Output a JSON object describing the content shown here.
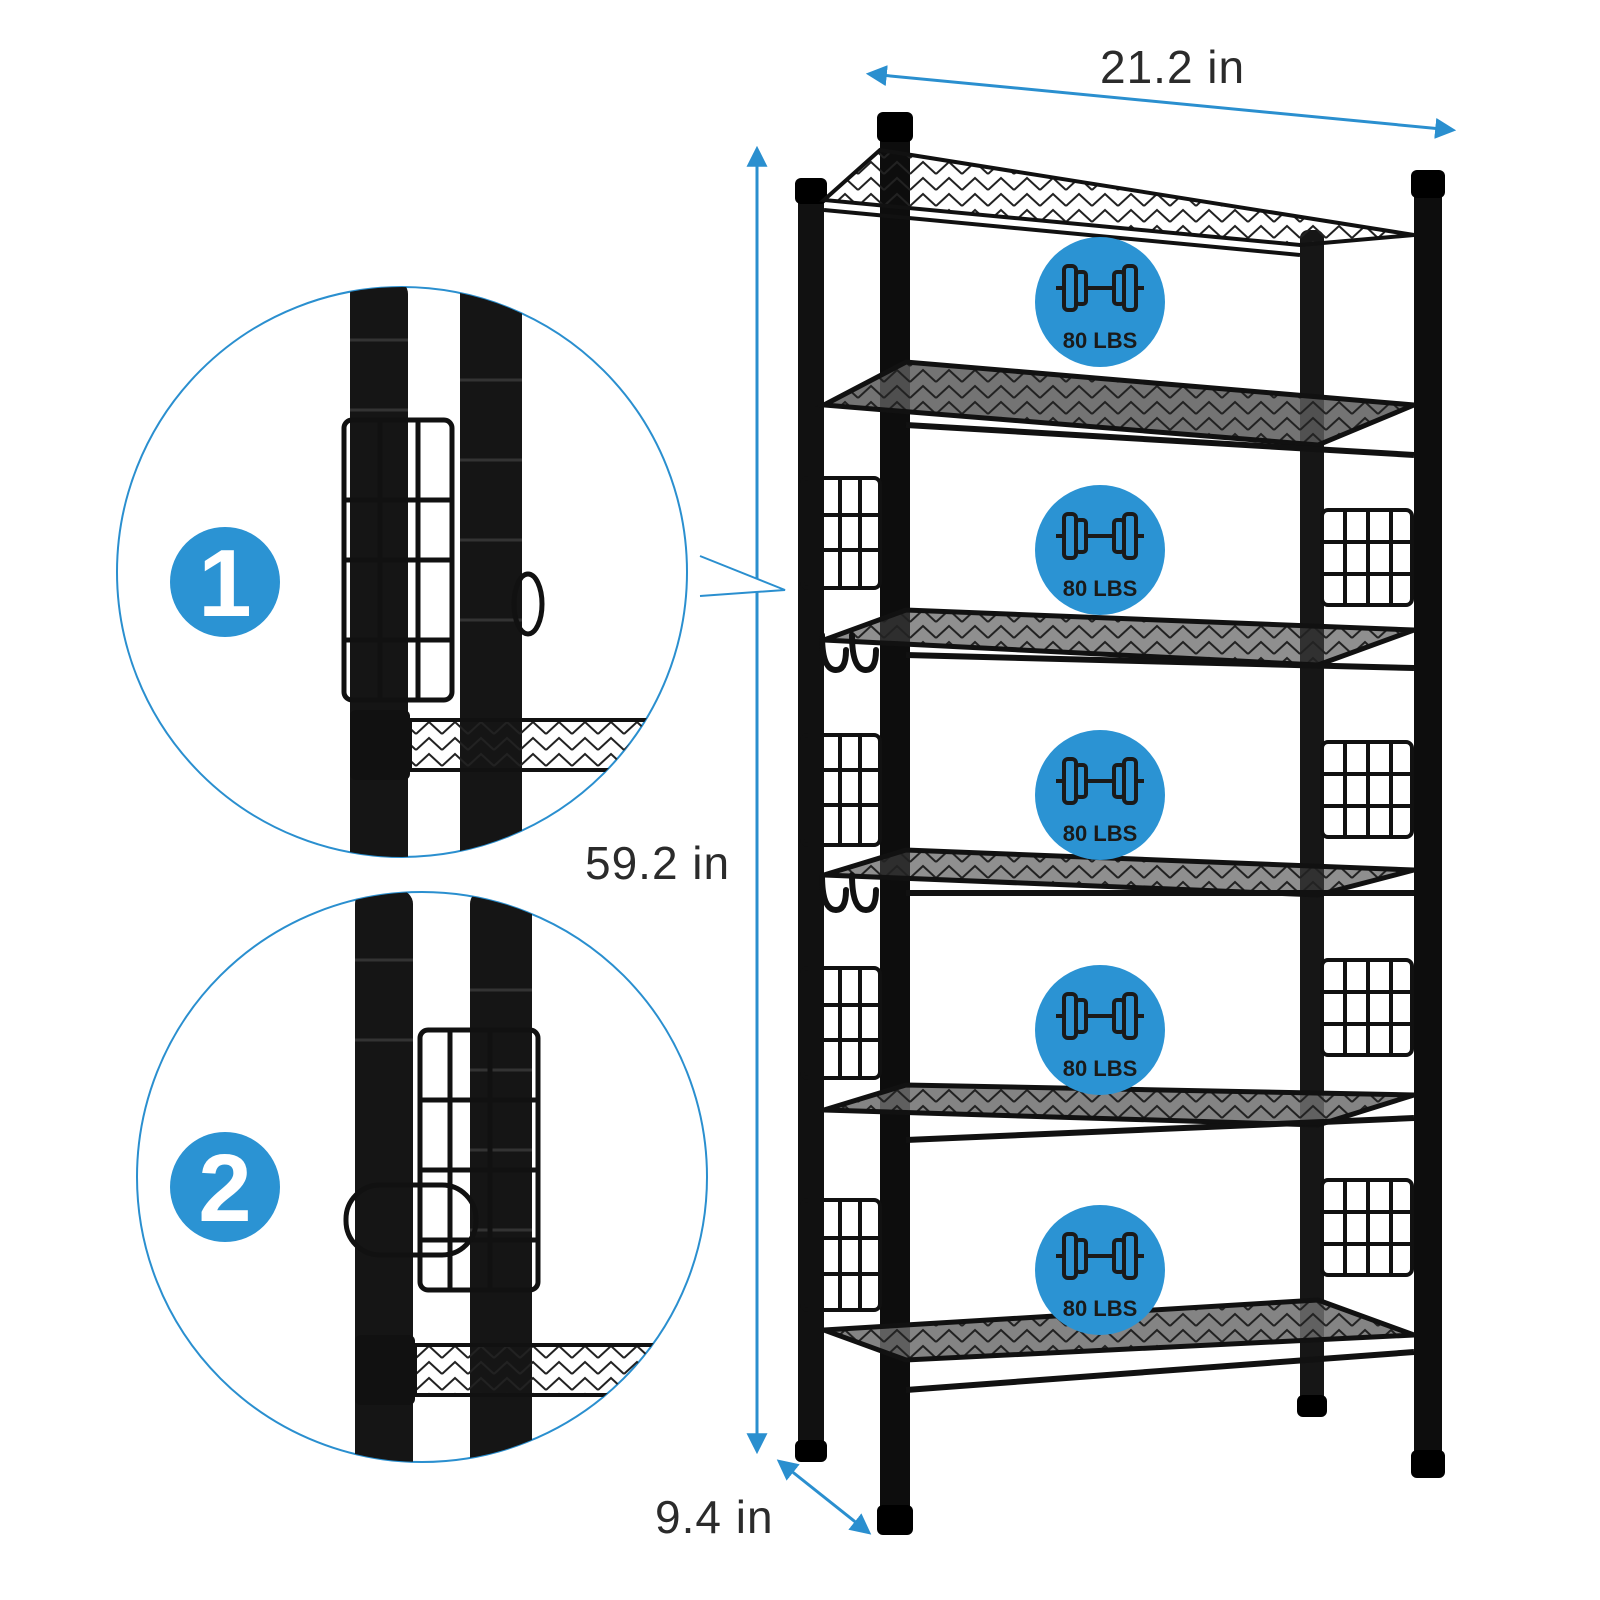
{
  "dimensions": {
    "width": "21.2 in",
    "height": "59.2 in",
    "depth": "9.4 in"
  },
  "load_badges": [
    "80 LBS",
    "80 LBS",
    "80 LBS",
    "80 LBS",
    "80 LBS"
  ],
  "detail_callouts": [
    "1",
    "2"
  ],
  "colors": {
    "accent": "#2a8fcf",
    "frame": "#111111",
    "shelf_panel": "#6e6e6e",
    "badge": "#2b93d3"
  },
  "icons": {
    "badge_icon": "dumbbell-icon"
  }
}
